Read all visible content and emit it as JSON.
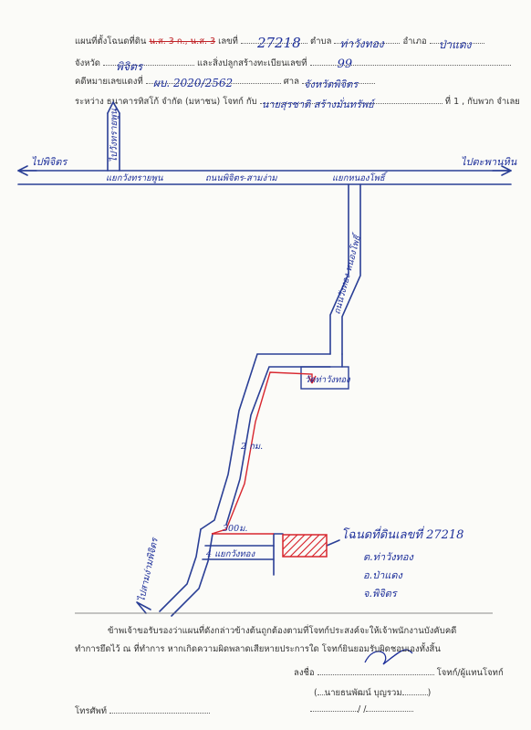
{
  "header": {
    "l1_prefix": "แผนที่ตั้งโฉนดที่ดิน",
    "l1_struck": "น.ส. 3 ก., น.ส. 3",
    "l1_number_label": "เลขที่",
    "l1_number": "27218",
    "l1_tambon_label": "ตำบล",
    "l1_tambon": "ท่าวังทอง",
    "l1_amphoe_label": "อำเภอ",
    "l1_amphoe": "ป่าแดง",
    "l2_province_label": "จังหวัด",
    "l2_province": "พิจิตร",
    "l2_building_label": "และสิ่งปลูกสร้างทะเบียนเลขที่",
    "l2_building": "99",
    "l3_case_label": "คดีหมายเลขแดงที่",
    "l3_case": "ผบ. 2020/2562",
    "l3_court_label": "ศาล",
    "l3_court": "จังหวัดพิจิตร",
    "l4_between": "ระหว่าง ธนาคารทิสโก้ จำกัด (มหาชน) โจทก์ กับ",
    "l4_defendant": "นายสุรชาติ สร้างมั่นทรัพย์",
    "l4_suffix": "ที่ 1 , กับพวก  จำเลย"
  },
  "map": {
    "road_left_dest": "ไปพิจิตร",
    "road_right_dest": "ไปตะพานหิน",
    "vertical_road_label": "ไปวังทรายพูน",
    "junction_left": "แยกวังทรายพูน",
    "main_road_label": "ถนนพิจิตร-สามง่าม",
    "junction_right": "แยกหนองโพธิ์",
    "road_branch_label": "ถนนวังทอง-หนองโพธิ์",
    "temple_label": "วัดท่าวังทอง",
    "distance_2km": "2 กม.",
    "distance_300m": "300ม.",
    "junction_bottom": "4 แยกวังทอง",
    "bottom_road_dest": "ไปสามง่ามพิจิตร",
    "parcel_label": "โฉนดที่ดินเลขที่ 27218",
    "parcel_addr_1": "ต.ท่าวังทอง",
    "parcel_addr_2": "อ.ป่าแดง",
    "parcel_addr_3": "จ.พิจิตร"
  },
  "footer": {
    "certify_1": "ข้าพเจ้าขอรับรองว่าแผนที่ดังกล่าวข้างต้นถูกต้องตามที่โจทก์ประสงค์จะให้เจ้าพนักงานบังคับคดี",
    "certify_2": "ทำการยึดไว้ ณ ที่ทำการ หากเกิดความผิดพลาดเสียหายประการใด โจทก์ยินยอมรับผิดชอบเองทั้งสิ้น",
    "sign_label": "ลงชื่อ",
    "sign_role": "โจทก์/ผู้แทนโจทก์",
    "sign_name": "นายธนพัฒน์ บุญรวม",
    "date_slashes": "/                    /",
    "phone_label": "โทรศัพท์"
  },
  "colors": {
    "ink_blue": "#1d2f9a",
    "ink_red": "#c0262a",
    "parcel_red": "#d8262e"
  }
}
